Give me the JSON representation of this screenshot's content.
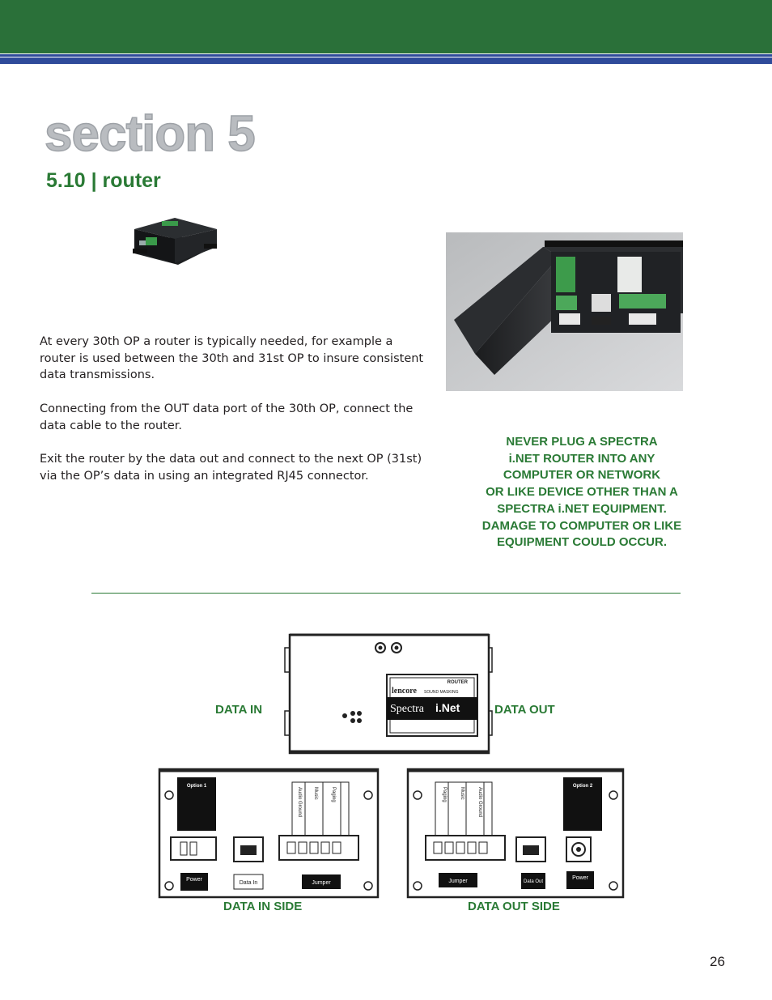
{
  "header": {
    "section": "section 5",
    "subsection": "5.10 | router"
  },
  "body": {
    "p1": "At every 30th OP a router is typically needed, for example a router is used between the 30th and 31st OP to insure consistent data transmissions.",
    "p2": "Connecting from the OUT data port of the 30th OP, connect the data cable to the router.",
    "p3": "Exit the router by the data out and connect to the next OP (31st) via the OP’s data in using an integrated RJ45 connector."
  },
  "warning": {
    "lines": [
      "NEVER PLUG A SPECTRA",
      "i.NET ROUTER INTO ANY",
      "COMPUTER OR NETWORK",
      "OR LIKE DEVICE OTHER THAN A",
      "SPECTRA i.NET EQUIPMENT.",
      "DAMAGE TO COMPUTER OR LIKE",
      "EQUIPMENT COULD OCCUR."
    ]
  },
  "diagram": {
    "data_in": "DATA IN",
    "data_out": "DATA OUT",
    "data_in_side": "DATA IN SIDE",
    "data_out_side": "DATA OUT SIDE",
    "top_label_brand": "lencore",
    "top_label_sub": "SOUND MASKING",
    "top_label_product": "Spectra",
    "top_label_product_bold": "i.Net",
    "top_label_model": "ROUTER",
    "in_side": {
      "option_text": "Option 1",
      "terminal_labels": [
        "Audio Ground",
        "Music",
        "Paging"
      ],
      "power": "Power",
      "data_in": "Data In",
      "jumper": "Jumper"
    },
    "out_side": {
      "option_text": "Option 2",
      "terminal_labels": [
        "Paging",
        "Music",
        "Audio Ground"
      ],
      "jumper": "Jumper",
      "data_out": "Data Out",
      "power": "Power"
    }
  },
  "footer": {
    "page": "26"
  },
  "colors": {
    "green": "#2a7039",
    "blue": "#2f4b9a",
    "text_green": "#2a7a35"
  }
}
